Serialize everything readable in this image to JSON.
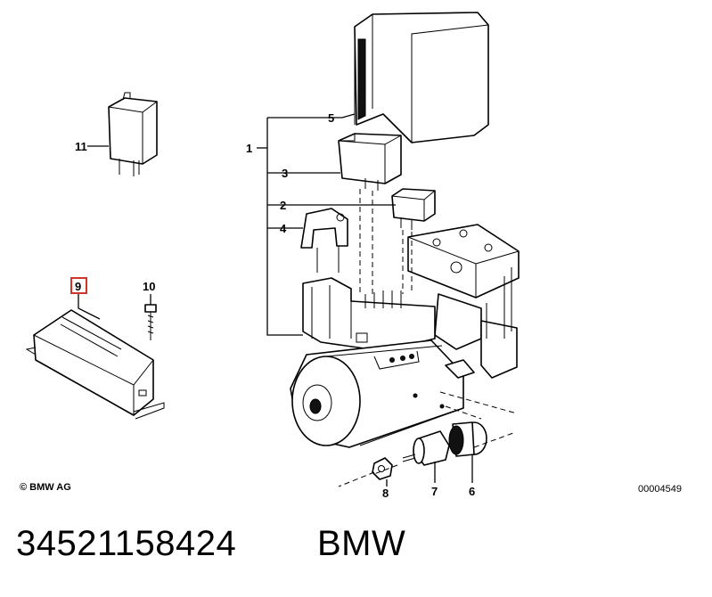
{
  "callouts": {
    "c1": "1",
    "c2": "2",
    "c3": "3",
    "c4": "4",
    "c5": "5",
    "c6": "6",
    "c7": "7",
    "c8": "8",
    "c9": "9",
    "c10": "10",
    "c11": "11"
  },
  "highlight_color": "#d0342c",
  "footer": {
    "copyright": "© BMW AG",
    "reference": "00004549"
  },
  "caption": {
    "part_number": "34521158424",
    "brand": "BMW"
  }
}
